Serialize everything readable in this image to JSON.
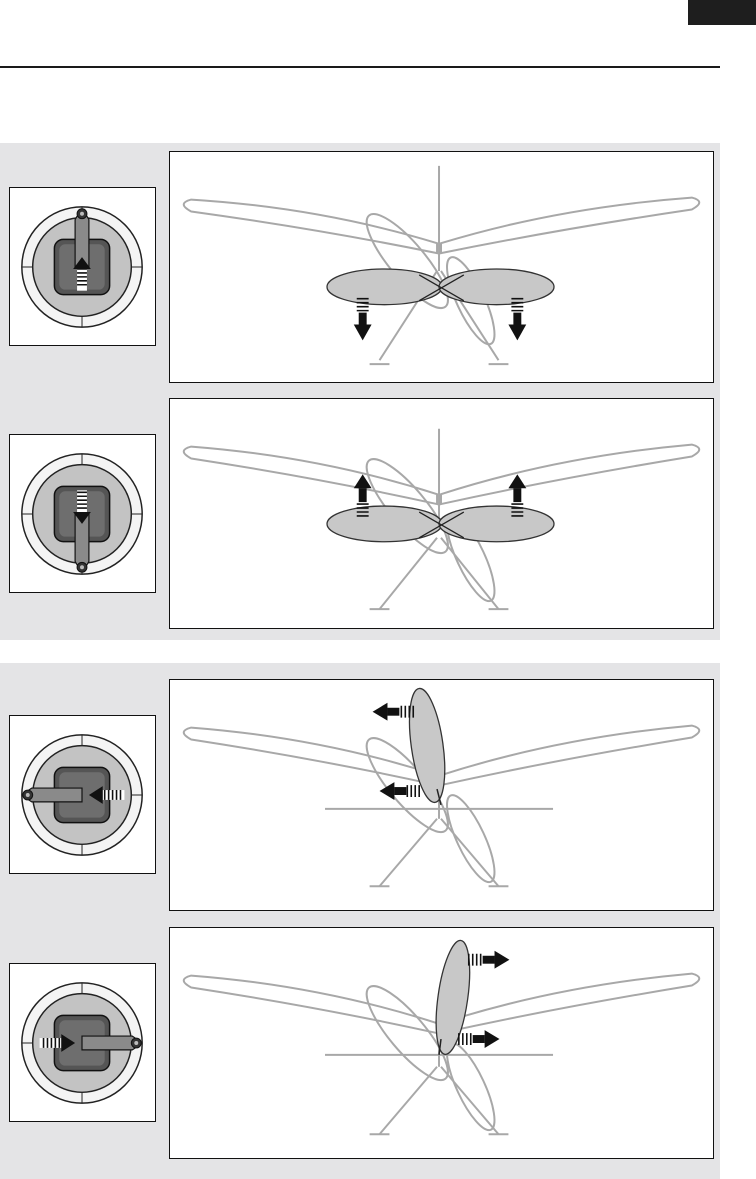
{
  "page_tab": "",
  "colors": {
    "section_background": "#e4e4e6",
    "frame_border": "#111111",
    "helicopter_outline": "#a8a8a8",
    "blade_fill": "#c8c8c8",
    "arrow": "#1a1a1a"
  },
  "panels": [
    {
      "stick": "up",
      "blades": "tilt-forward",
      "arrows": "down"
    },
    {
      "stick": "down",
      "blades": "tilt-back",
      "arrows": "up"
    },
    {
      "stick": "left",
      "blades": "roll-left",
      "arrows": "left"
    },
    {
      "stick": "right",
      "blades": "roll-right",
      "arrows": "right"
    }
  ]
}
